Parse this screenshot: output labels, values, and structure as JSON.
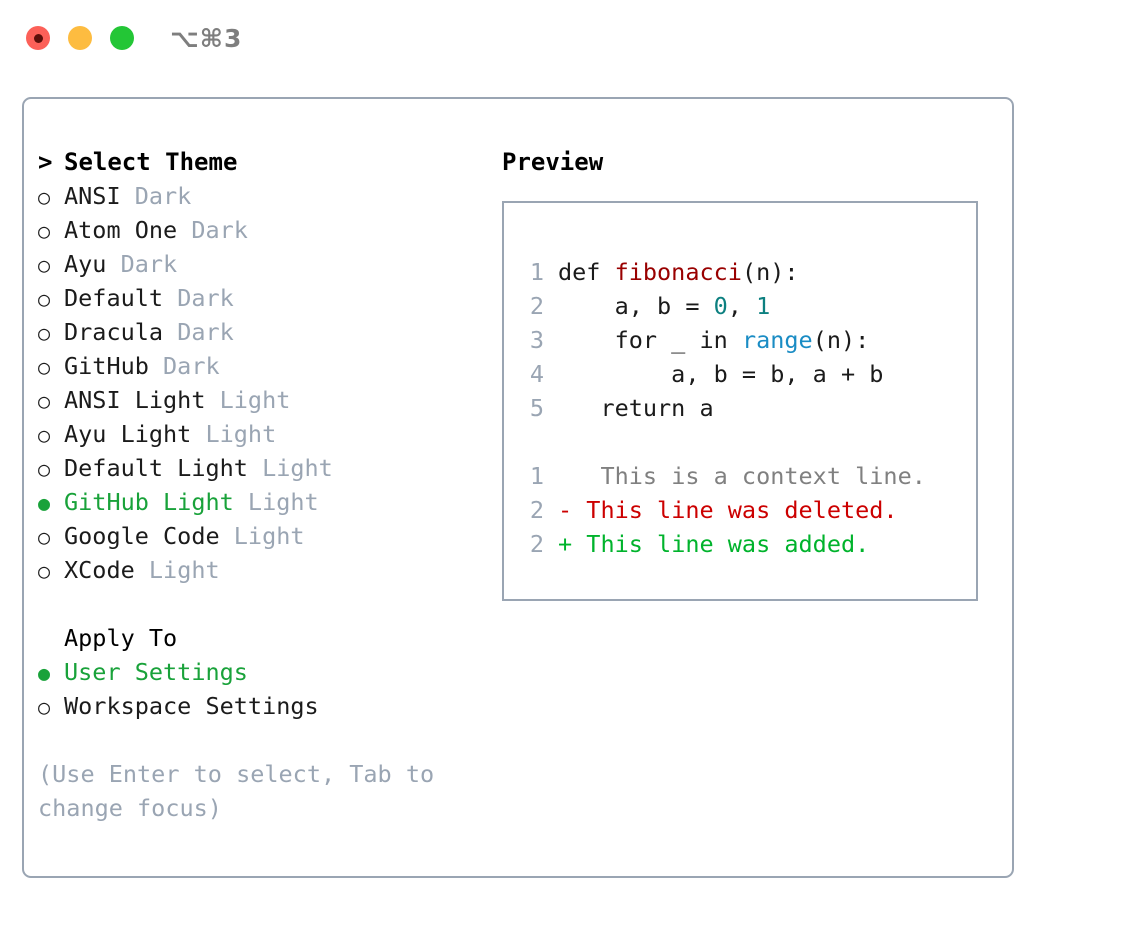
{
  "window": {
    "title": "⌥⌘3",
    "traffic_lights": [
      {
        "name": "close",
        "color": "#fc6058"
      },
      {
        "name": "minimize",
        "color": "#fdbc40"
      },
      {
        "name": "zoom",
        "color": "#23c636"
      }
    ]
  },
  "colors": {
    "selected": "#19a23a",
    "muted": "#9aa5b3",
    "border": "#9aa5b3",
    "text": "#1b1b1b",
    "func": "#990000",
    "number": "#0d8080",
    "builtin": "#1a8cc4",
    "diff_context": "#808080",
    "diff_deleted": "#cc0000",
    "diff_added": "#00b32c"
  },
  "theme_picker": {
    "prompt_marker": ">",
    "header": "Select Theme",
    "bullet_unselected": "○",
    "bullet_selected": "●",
    "items": [
      {
        "name": "ANSI",
        "kind": "Dark",
        "selected": false
      },
      {
        "name": "Atom One",
        "kind": "Dark",
        "selected": false
      },
      {
        "name": "Ayu",
        "kind": "Dark",
        "selected": false
      },
      {
        "name": "Default",
        "kind": "Dark",
        "selected": false
      },
      {
        "name": "Dracula",
        "kind": "Dark",
        "selected": false
      },
      {
        "name": "GitHub",
        "kind": "Dark",
        "selected": false
      },
      {
        "name": "ANSI Light",
        "kind": "Light",
        "selected": false
      },
      {
        "name": "Ayu Light",
        "kind": "Light",
        "selected": false
      },
      {
        "name": "Default Light",
        "kind": "Light",
        "selected": false
      },
      {
        "name": "GitHub Light",
        "kind": "Light",
        "selected": true
      },
      {
        "name": "Google Code",
        "kind": "Light",
        "selected": false
      },
      {
        "name": "XCode",
        "kind": "Light",
        "selected": false
      }
    ]
  },
  "apply_to": {
    "header": "Apply To",
    "options": [
      {
        "label": "User Settings",
        "selected": true
      },
      {
        "label": "Workspace Settings",
        "selected": false
      }
    ]
  },
  "hint": {
    "line1": "(Use Enter to select, Tab to",
    "line2": "change focus)"
  },
  "preview": {
    "label": "Preview",
    "code_lines": [
      {
        "number": "1",
        "tokens": [
          {
            "text": "def ",
            "type": "plain"
          },
          {
            "text": "fibonacci",
            "type": "func"
          },
          {
            "text": "(n):",
            "type": "plain"
          }
        ]
      },
      {
        "number": "2",
        "tokens": [
          {
            "text": "    a, b = ",
            "type": "plain"
          },
          {
            "text": "0",
            "type": "num"
          },
          {
            "text": ", ",
            "type": "plain"
          },
          {
            "text": "1",
            "type": "num"
          }
        ]
      },
      {
        "number": "3",
        "tokens": [
          {
            "text": "    for _ in ",
            "type": "plain"
          },
          {
            "text": "range",
            "type": "builtin"
          },
          {
            "text": "(n):",
            "type": "plain"
          }
        ]
      },
      {
        "number": "4",
        "tokens": [
          {
            "text": "        a, b = b, a + b",
            "type": "plain"
          }
        ]
      },
      {
        "number": "5",
        "tokens": [
          {
            "text": "   return a",
            "type": "plain"
          }
        ]
      }
    ],
    "diff_lines": [
      {
        "number": "1",
        "sign": " ",
        "text": "  This is a context line.",
        "type": "context"
      },
      {
        "number": "2",
        "sign": "-",
        "text": " This line was deleted.",
        "type": "deleted"
      },
      {
        "number": "2",
        "sign": "+",
        "text": " This line was added.",
        "type": "added"
      }
    ]
  }
}
